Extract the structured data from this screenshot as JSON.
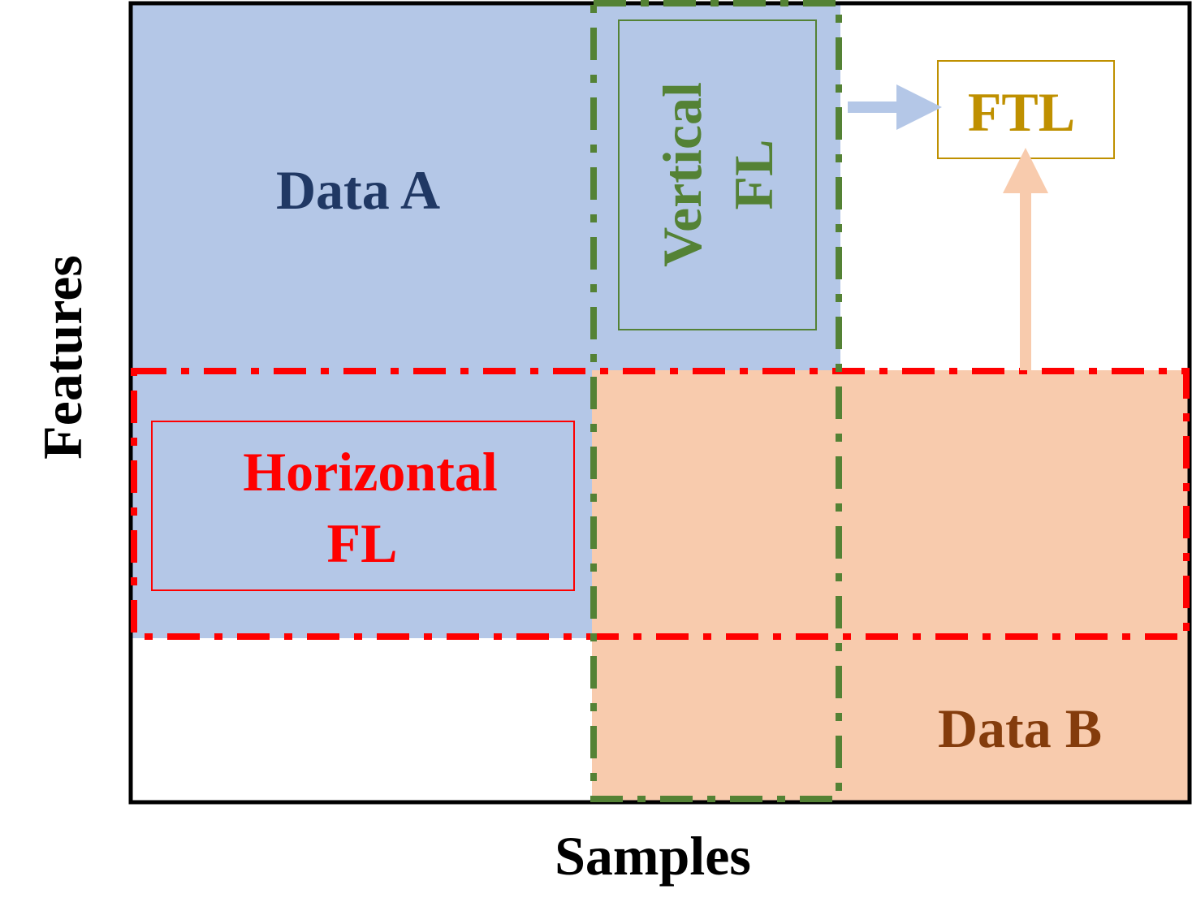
{
  "axes": {
    "x_label": "Samples",
    "y_label": "Features"
  },
  "regions": {
    "data_a": {
      "label": "Data A",
      "fill": "#b4c7e7",
      "text_color": "#203864"
    },
    "data_b": {
      "label": "Data B",
      "fill": "#f8cbad",
      "text_color": "#843c0c"
    }
  },
  "boxes": {
    "horizontal_fl": {
      "line1": "Horizontal",
      "line2": "FL",
      "color": "#ff0000"
    },
    "vertical_fl": {
      "line1": "Vertical",
      "line2": "FL",
      "color": "#548235"
    },
    "ftl": {
      "label": "FTL",
      "color": "#bf9000"
    }
  },
  "arrows": {
    "from_vertical": {
      "color": "#b4c7e7"
    },
    "from_horizontal": {
      "color": "#f8cbad"
    }
  }
}
